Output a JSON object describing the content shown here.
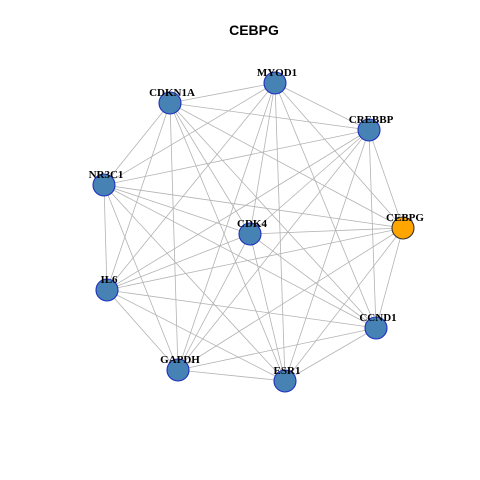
{
  "title": "CEBPG",
  "colors": {
    "default_node_fill": "#4682B4",
    "default_node_stroke": "#1f2fbf",
    "highlight_node_fill": "#FFA500",
    "highlight_node_stroke": "#333333",
    "edge": "#b3b3b3"
  },
  "nodes": [
    {
      "id": "MYOD1",
      "label": "MYOD1",
      "highlight": false
    },
    {
      "id": "CDKN1A",
      "label": "CDKN1A",
      "highlight": false
    },
    {
      "id": "CREBBP",
      "label": "CREBBP",
      "highlight": false
    },
    {
      "id": "NR3C1",
      "label": "NR3C1",
      "highlight": false
    },
    {
      "id": "CDK4",
      "label": "CDK4",
      "highlight": false
    },
    {
      "id": "CEBPG",
      "label": "CEBPG",
      "highlight": true
    },
    {
      "id": "IL6",
      "label": "IL6",
      "highlight": false
    },
    {
      "id": "CCND1",
      "label": "CCND1",
      "highlight": false
    },
    {
      "id": "GAPDH",
      "label": "GAPDH",
      "highlight": false
    },
    {
      "id": "ESR1",
      "label": "ESR1",
      "highlight": false
    }
  ],
  "edges": [
    [
      "MYOD1",
      "CDKN1A"
    ],
    [
      "MYOD1",
      "CREBBP"
    ],
    [
      "MYOD1",
      "NR3C1"
    ],
    [
      "MYOD1",
      "CDK4"
    ],
    [
      "MYOD1",
      "CEBPG"
    ],
    [
      "MYOD1",
      "CCND1"
    ],
    [
      "MYOD1",
      "GAPDH"
    ],
    [
      "MYOD1",
      "ESR1"
    ],
    [
      "MYOD1",
      "IL6"
    ],
    [
      "CDKN1A",
      "CREBBP"
    ],
    [
      "CDKN1A",
      "CDK4"
    ],
    [
      "CDKN1A",
      "CEBPG"
    ],
    [
      "CDKN1A",
      "CCND1"
    ],
    [
      "CDKN1A",
      "GAPDH"
    ],
    [
      "CDKN1A",
      "ESR1"
    ],
    [
      "CDKN1A",
      "IL6"
    ],
    [
      "CDKN1A",
      "NR3C1"
    ],
    [
      "CREBBP",
      "NR3C1"
    ],
    [
      "CREBBP",
      "CDK4"
    ],
    [
      "CREBBP",
      "CEBPG"
    ],
    [
      "CREBBP",
      "IL6"
    ],
    [
      "CREBBP",
      "CCND1"
    ],
    [
      "CREBBP",
      "GAPDH"
    ],
    [
      "CREBBP",
      "ESR1"
    ],
    [
      "NR3C1",
      "CDK4"
    ],
    [
      "NR3C1",
      "CEBPG"
    ],
    [
      "NR3C1",
      "IL6"
    ],
    [
      "NR3C1",
      "CCND1"
    ],
    [
      "NR3C1",
      "GAPDH"
    ],
    [
      "NR3C1",
      "ESR1"
    ],
    [
      "CDK4",
      "CEBPG"
    ],
    [
      "CDK4",
      "IL6"
    ],
    [
      "CDK4",
      "GAPDH"
    ],
    [
      "CDK4",
      "ESR1"
    ],
    [
      "CDK4",
      "CCND1"
    ],
    [
      "CEBPG",
      "IL6"
    ],
    [
      "CEBPG",
      "CCND1"
    ],
    [
      "CEBPG",
      "GAPDH"
    ],
    [
      "CEBPG",
      "ESR1"
    ],
    [
      "IL6",
      "CCND1"
    ],
    [
      "IL6",
      "GAPDH"
    ],
    [
      "IL6",
      "ESR1"
    ],
    [
      "CCND1",
      "GAPDH"
    ],
    [
      "CCND1",
      "ESR1"
    ],
    [
      "GAPDH",
      "ESR1"
    ]
  ]
}
